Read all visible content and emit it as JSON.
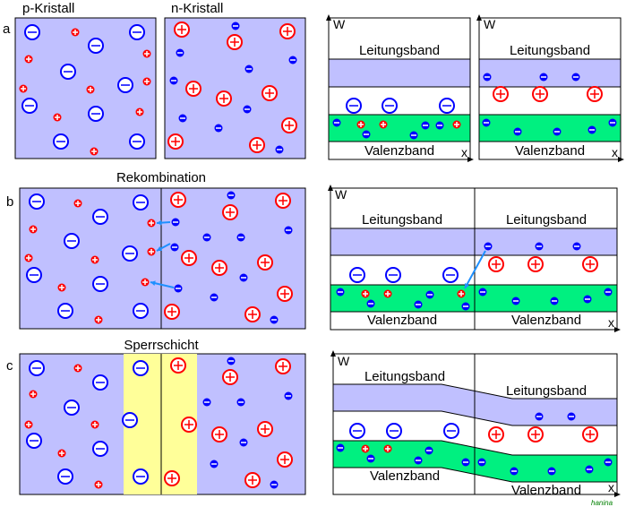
{
  "rows": {
    "a": {
      "letter": "a",
      "p_title": "p-Kristall",
      "n_title": "n-Kristall"
    },
    "b": {
      "letter": "b",
      "title": "Rekombination"
    },
    "c": {
      "letter": "c",
      "title": "Sperrschicht"
    }
  },
  "bands": {
    "conduction": "Leitungsband",
    "valence": "Valenzband",
    "y_axis": "W",
    "x_axis": "x"
  },
  "signature": "hanina",
  "colors": {
    "crystal": "#c0c0ff",
    "conduction": "#c0c0ff",
    "valence": "#00f080",
    "depletion": "#ffff99",
    "electron": "#0000ff",
    "hole": "#ff0000",
    "signature": "#008000"
  }
}
